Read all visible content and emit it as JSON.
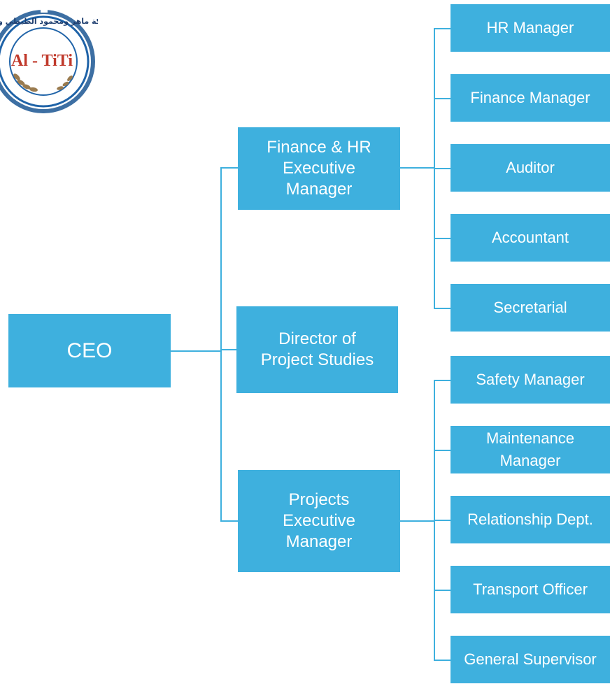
{
  "logo": {
    "name": "Al - TiTi",
    "arabic": "شركة ماهر ومحمود الطيطي وشركاه",
    "colors": {
      "gear": "#3d6fa3",
      "ring": "#1f63a8",
      "text": "#c0392b",
      "wheat": "#9a7b4f"
    }
  },
  "chart": {
    "line_color": "#3eb0de",
    "box_color": "#3eb0de",
    "root": {
      "label": "CEO"
    },
    "executives": [
      {
        "label": "Finance & HR\nExecutive\nManager"
      },
      {
        "label": "Director of\nProject Studies"
      },
      {
        "label": "Projects\nExecutive\nManager"
      }
    ],
    "finance_reports": [
      "HR Manager",
      "Finance Manager",
      "Auditor",
      "Accountant",
      "Secretarial"
    ],
    "projects_reports": [
      "Safety Manager",
      "Maintenance\nManager",
      "Relationship Dept.",
      "Transport Officer",
      "General Supervisor"
    ]
  }
}
